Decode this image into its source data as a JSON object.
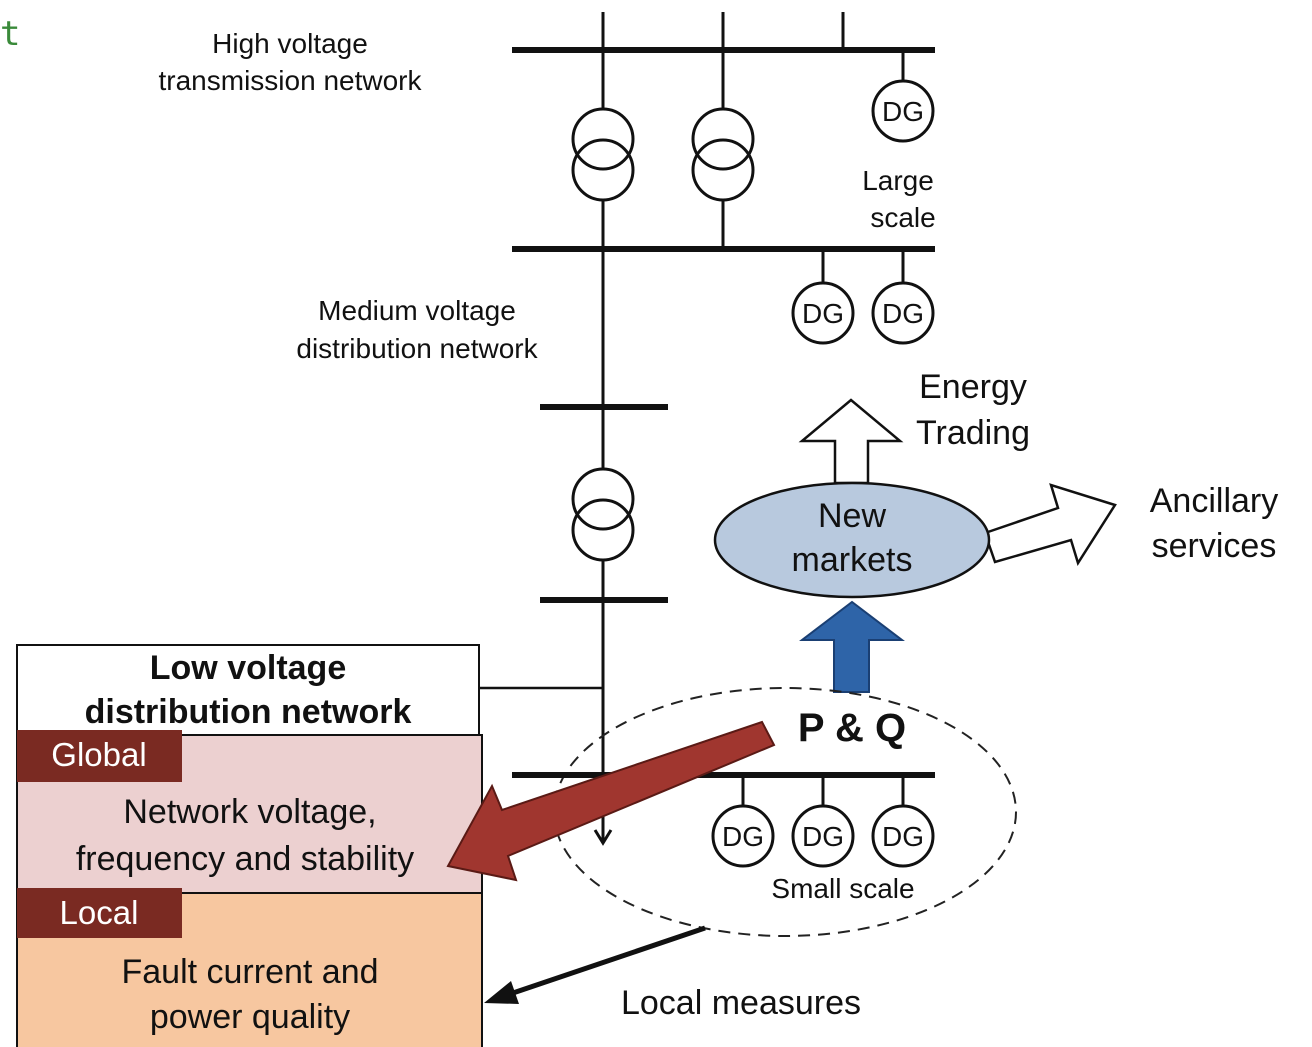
{
  "corner_fragment": "t",
  "labels": {
    "hv_line1": "High voltage",
    "hv_line2": "transmission network",
    "large_line1": "Large",
    "large_line2": "scale",
    "mv_line1": "Medium voltage",
    "mv_line2": "distribution network",
    "energy_line1": "Energy",
    "energy_line2": "Trading",
    "ancillary_line1": "Ancillary",
    "ancillary_line2": "services",
    "markets_line1": "New",
    "markets_line2": "markets",
    "pq": "P & Q",
    "small_scale": "Small scale",
    "local_measures": "Local measures",
    "dg": "DG"
  },
  "lv_box": {
    "title_line1": "Low voltage",
    "title_line2": "distribution network",
    "global_tag": "Global",
    "global_line1": "Network voltage,",
    "global_line2": "frequency and stability",
    "local_tag": "Local",
    "local_line1": "Fault current and",
    "local_line2": "power quality"
  },
  "colors": {
    "markets_fill": "#b8c9de",
    "up_arrow": "#2e64a8",
    "red_arrow": "#a0362f",
    "tag_fill": "#7a2a22",
    "global_fill": "#ecd0d0",
    "local_fill": "#f7c7a0"
  }
}
